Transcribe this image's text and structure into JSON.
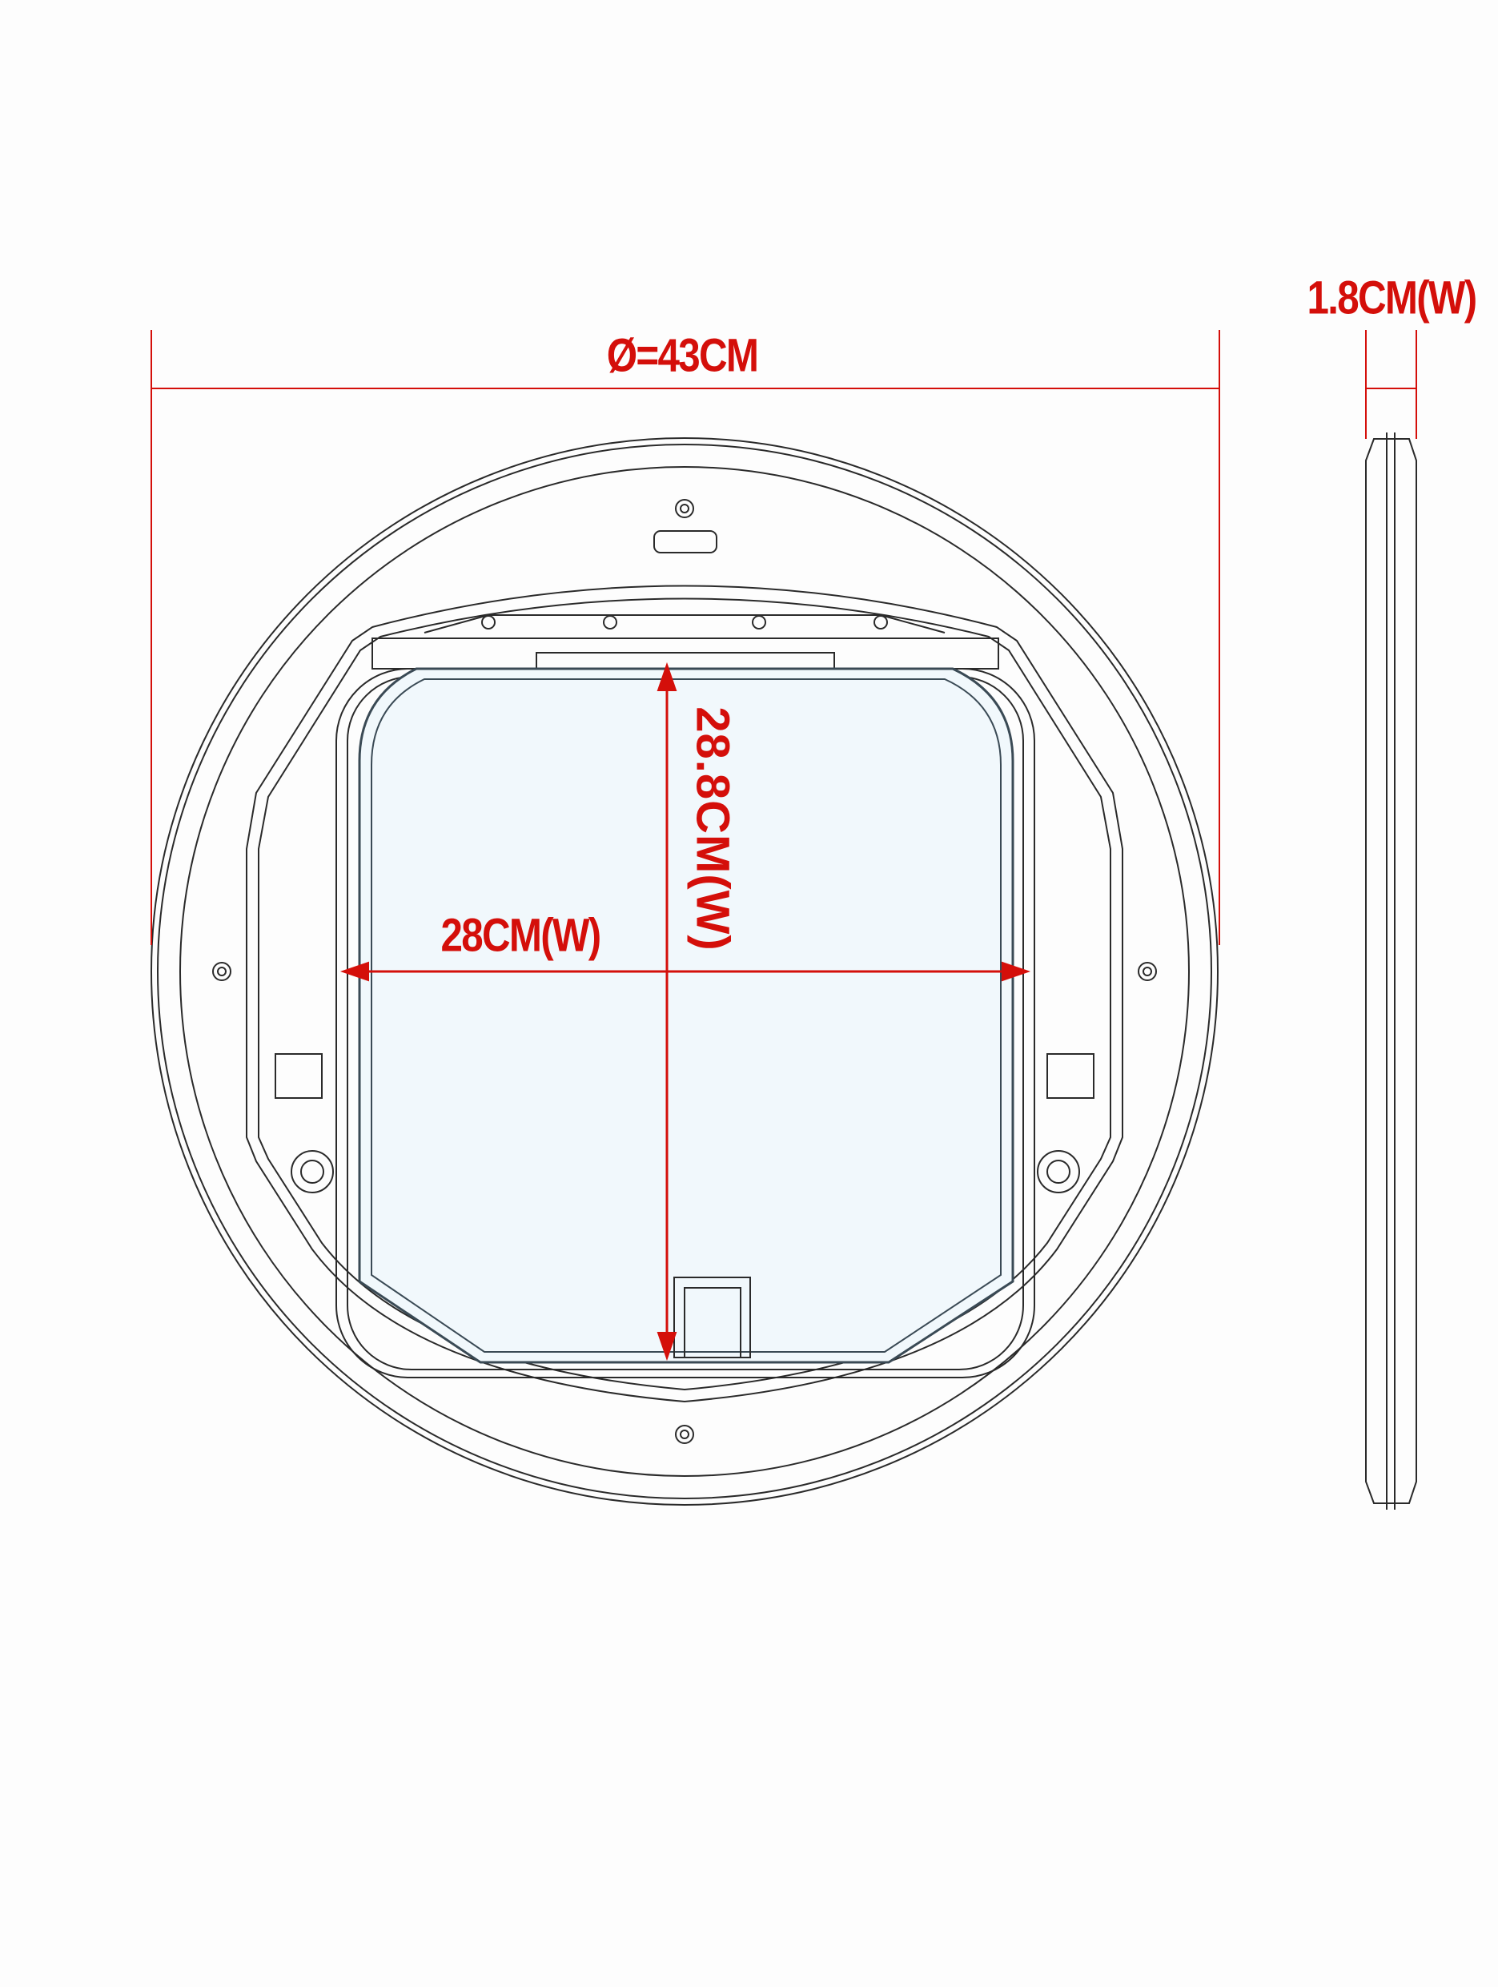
{
  "diagram": {
    "diameter_label": "Ø=43CM",
    "thickness_label": "1.8CM(W)",
    "width_label": "28CM(W)",
    "height_label": "28.8CM(W)",
    "colors": {
      "dimension": "#d40f0a",
      "line": "#2a2a2a",
      "flap": "#f1f8fc",
      "flap_edge": "#3a4a55"
    }
  }
}
